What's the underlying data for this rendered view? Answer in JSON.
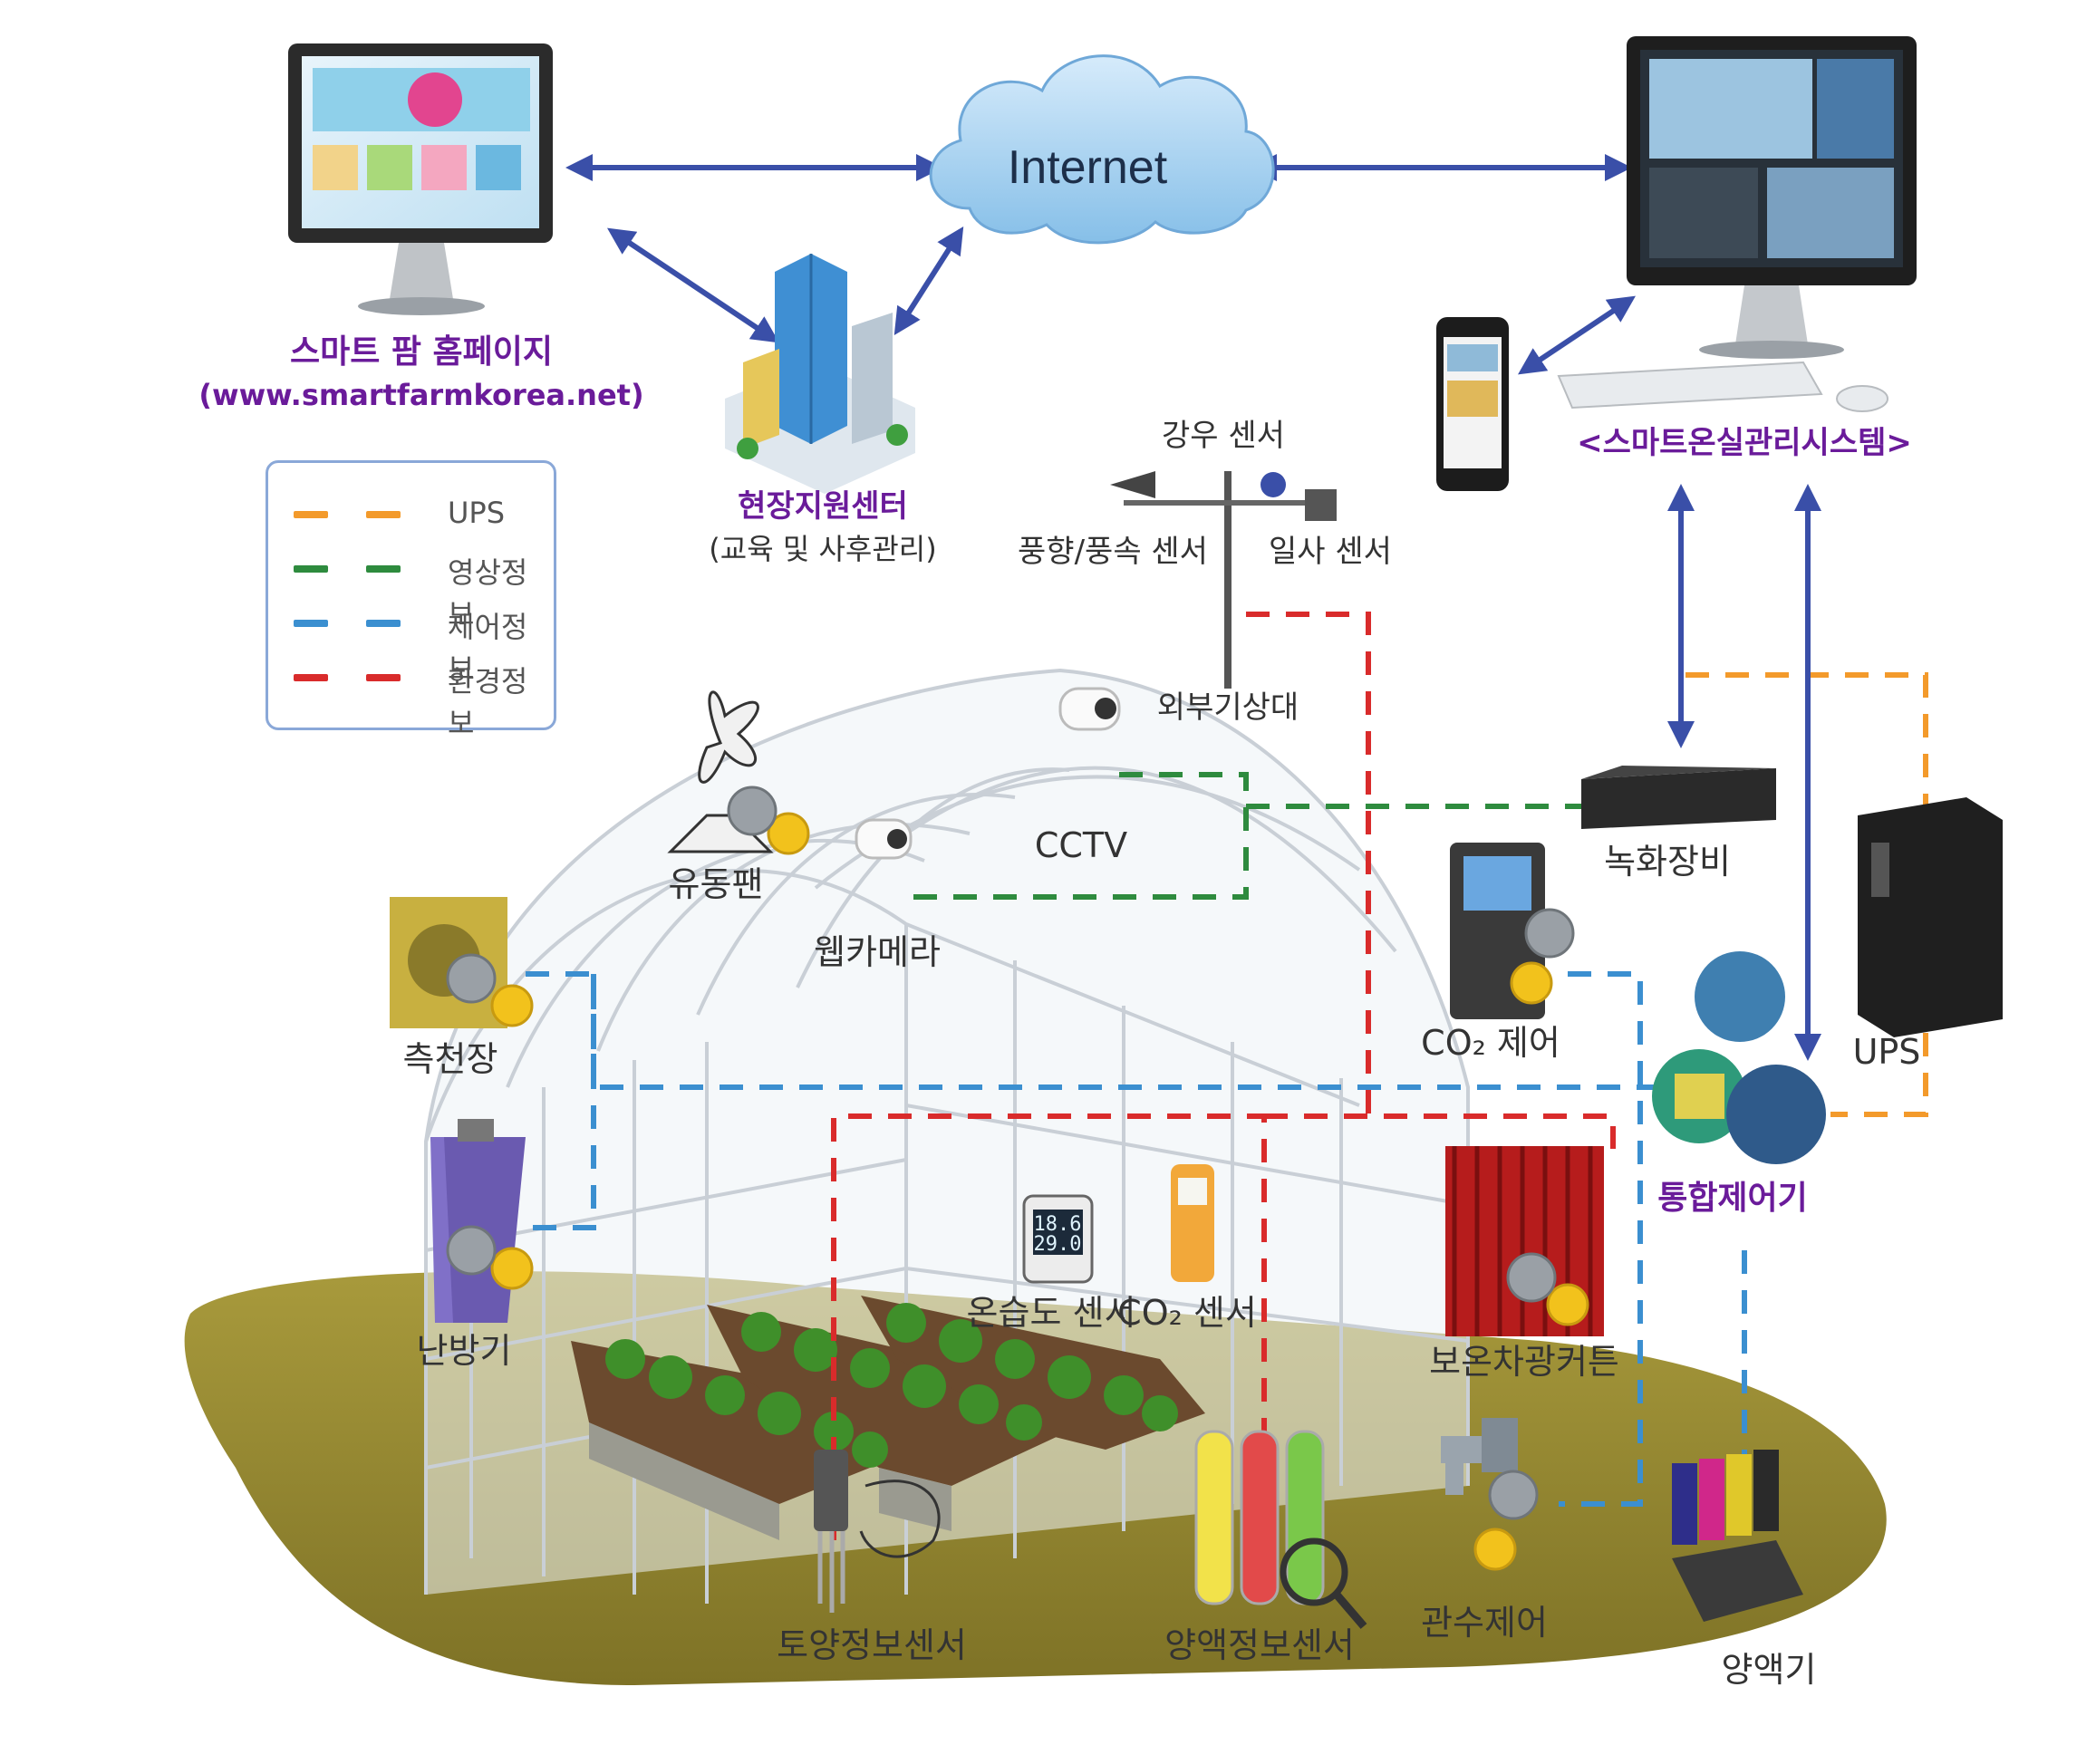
{
  "cloud": {
    "label": "Internet"
  },
  "homepage": {
    "title": "스마트 팜 홈페이지",
    "url": "(www.smartfarmkorea.net)"
  },
  "support_center": {
    "title": "현장지원센터",
    "subtitle": "(교육 및 사후관리)"
  },
  "management_system": {
    "title": "<스마트온실관리시스템>"
  },
  "legend": [
    {
      "label": "UPS",
      "color": "#f39a2b"
    },
    {
      "label": "영상정보",
      "color": "#2e8b3e"
    },
    {
      "label": "제어정보",
      "color": "#3b8fd0"
    },
    {
      "label": "환경정보",
      "color": "#d92b2b"
    }
  ],
  "weather_station": {
    "rain_sensor": "강우 센서",
    "wind_sensor": "풍향/풍속 센서",
    "solar_sensor": "일사 센서",
    "station": "외부기상대"
  },
  "devices": {
    "fan": "유동팬",
    "cctv": "CCTV",
    "webcam": "웹카메라",
    "recorder": "녹화장비",
    "co2_control": "CO₂ 제어",
    "ups": "UPS",
    "side_window": "측천장",
    "heater": "난방기",
    "humidity_sensor": "온습도 센서",
    "co2_sensor": "CO₂ 센서",
    "curtain": "보온차광커튼",
    "controller": "통합제어기",
    "irrigation": "관수제어",
    "soil_sensor": "토양정보센서",
    "nutrient_sensor": "양액정보센서",
    "nutrient_supplier": "양액기"
  },
  "readouts": {
    "line1": "18.6",
    "line2": "29.0"
  },
  "colors": {
    "ups": "#f39a2b",
    "video": "#2e8b3e",
    "control": "#3b8fd0",
    "environment": "#d92b2b",
    "arrow": "#3a4fa8",
    "purple": "#6a1b9a"
  }
}
